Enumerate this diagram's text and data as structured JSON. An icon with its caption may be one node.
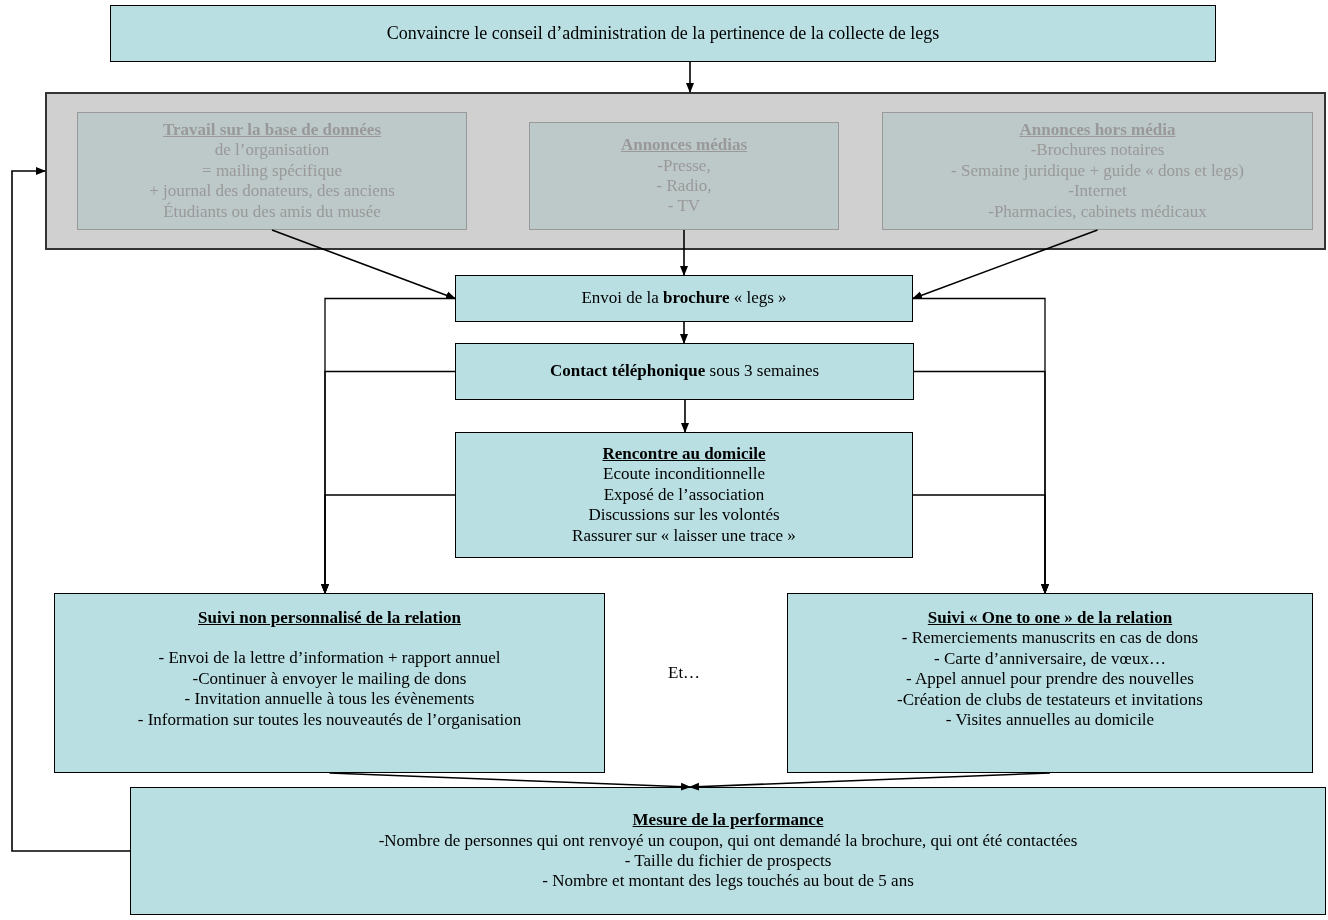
{
  "diagram": {
    "nodes": [
      {
        "text": [
          "Convaincre le conseil d’administration de la pertinence de la collecte de legs"
        ]
      },
      {
        "text": [],
        "shape": "box"
      },
      {
        "text": [
          "Travail sur la base de données",
          "de l’organisation",
          "= mailing spécifique",
          "+ journal des donateurs, des anciens",
          "Étudiants ou des amis du musée"
        ],
        "in": 1
      },
      {
        "text": [
          "Annonces médias",
          "-Presse,",
          "- Radio,",
          "- TV"
        ],
        "in": 1
      },
      {
        "text": [
          "Annonces hors média",
          "-Brochures notaires",
          "- Semaine juridique + guide « dons et legs)",
          "-Internet",
          "-Pharmacies, cabinets médicaux"
        ],
        "in": 1
      },
      {
        "text": [
          "Envoi de la **brochure** « legs »"
        ]
      },
      {
        "text": [
          "**Contact téléphonique** sous 3 semaines"
        ]
      },
      {
        "text": [
          "Rencontre au domicile",
          "Ecoute inconditionnelle",
          "Exposé de l’association",
          "Discussions sur les volontés",
          "Rassurer sur « laisser une trace »"
        ]
      },
      {
        "text": [
          "Suivi non personnalisé de la relation",
          "- Envoi de la lettre d’information + rapport annuel",
          "-Continuer à envoyer le mailing de dons",
          "- Invitation annuelle à tous les évènements",
          "- Information sur toutes les nouveautés de l’organisation"
        ]
      },
      {
        "text": [
          "Suivi «  One to one »  de la relation",
          "- Remerciements manuscrits en cas de dons",
          "- Carte d’anniversaire, de vœux…",
          "- Appel annuel pour prendre des nouvelles",
          "-Création de clubs de testateurs et invitations",
          "- Visites annuelles au domicile"
        ]
      },
      {
        "text": [
          "Mesure de la performance",
          "-Nombre de personnes qui ont renvoyé un coupon, qui ont demandé la brochure, qui ont été contactées",
          "- Taille du fichier de prospects",
          "- Nombre et montant des legs touchés au bout de 5 ans"
        ]
      }
    ],
    "edges": [
      {
        "from": 0,
        "to": 1,
        "arrow": "to"
      },
      {
        "from": 2,
        "to": 5,
        "arrow": "to"
      },
      {
        "from": 3,
        "to": 5,
        "arrow": "to"
      },
      {
        "from": 4,
        "to": 5,
        "arrow": "to"
      },
      {
        "from": 5,
        "to": 6,
        "arrow": "to"
      },
      {
        "from": 6,
        "to": 7,
        "arrow": "to"
      },
      {
        "from": 5,
        "to": 8,
        "arrow": "to"
      },
      {
        "from": 6,
        "to": 8,
        "arrow": "to"
      },
      {
        "from": 7,
        "to": 8,
        "arrow": "to"
      },
      {
        "from": 5,
        "to": 9,
        "arrow": "to"
      },
      {
        "from": 6,
        "to": 9,
        "arrow": "to"
      },
      {
        "from": 7,
        "to": 9,
        "arrow": "to"
      },
      {
        "from": 8,
        "to": 10,
        "arrow": "to"
      },
      {
        "from": 9,
        "to": 10,
        "arrow": "to"
      },
      {
        "from": 10,
        "to": 1,
        "arrow": "to"
      }
    ],
    "labels": [
      "Et…"
    ]
  }
}
